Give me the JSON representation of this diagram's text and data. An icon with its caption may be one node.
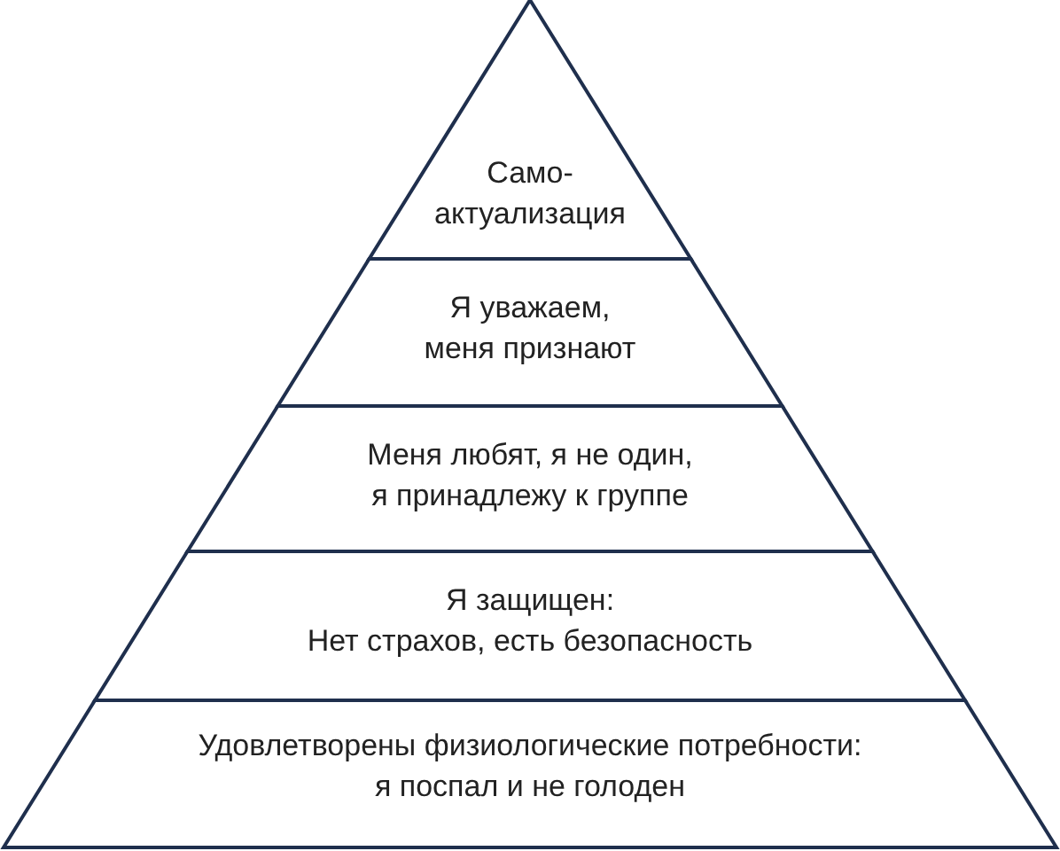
{
  "diagram": {
    "nodes": [
      {
        "text": [
          "Само- актуализация"
        ]
      },
      {
        "text": [
          "Я уважаем, меня признают"
        ]
      },
      {
        "text": [
          "Меня любят, я не один, я принадлежу к группе"
        ]
      },
      {
        "text": [
          "Я защищен:",
          "Нет страхов, есть безопасность"
        ]
      },
      {
        "text": [
          "Удовлетворены физиологические потребности:",
          "я поспал и не голоден"
        ]
      }
    ]
  }
}
